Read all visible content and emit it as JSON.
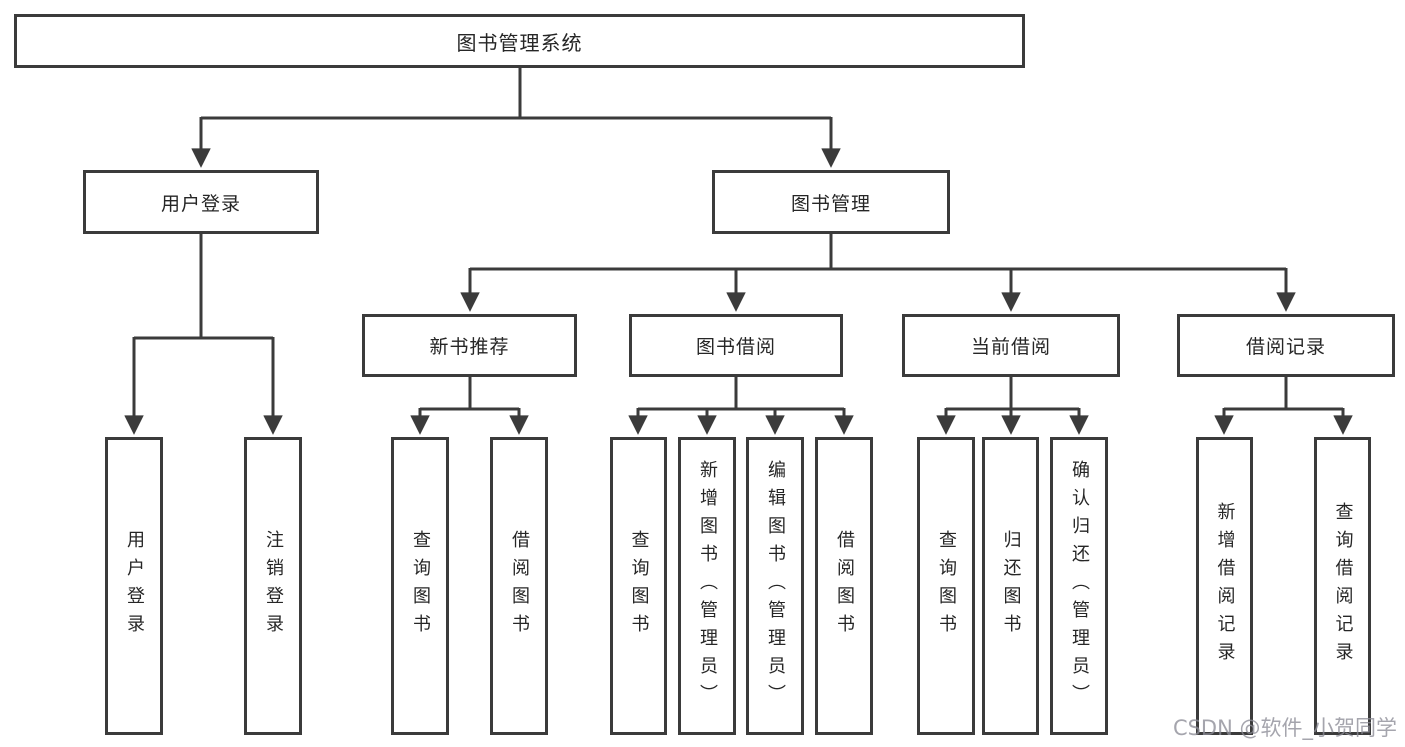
{
  "colors": {
    "line": "#3b3b3b",
    "box_border": "#3b3b3b",
    "box_fill": "#ffffff",
    "text": "#262626",
    "watermark": "#8c8c96"
  },
  "watermark": {
    "text": "CSDN @软件_小贺同学"
  },
  "tree": {
    "label": "图书管理系统",
    "children": [
      {
        "label": "用户登录",
        "children": [
          {
            "label": "用户登录"
          },
          {
            "label": "注销登录"
          }
        ]
      },
      {
        "label": "图书管理",
        "children": [
          {
            "label": "新书推荐",
            "children": [
              {
                "label": "查询图书"
              },
              {
                "label": "借阅图书"
              }
            ]
          },
          {
            "label": "图书借阅",
            "children": [
              {
                "label": "查询图书"
              },
              {
                "label": "新增图书（管理员）"
              },
              {
                "label": "编辑图书（管理员）"
              },
              {
                "label": "借阅图书"
              }
            ]
          },
          {
            "label": "当前借阅",
            "children": [
              {
                "label": "查询图书"
              },
              {
                "label": "归还图书"
              },
              {
                "label": "确认归还（管理员）"
              }
            ]
          },
          {
            "label": "借阅记录",
            "children": [
              {
                "label": "新增借阅记录"
              },
              {
                "label": "查询借阅记录"
              }
            ]
          }
        ]
      }
    ]
  }
}
